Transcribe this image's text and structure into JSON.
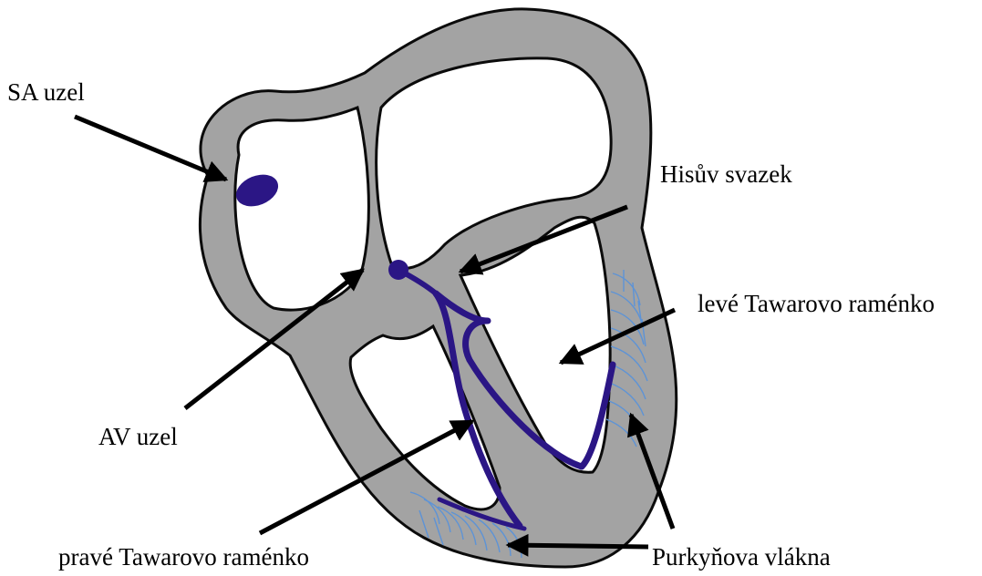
{
  "labels": {
    "sa_node": "SA uzel",
    "his_bundle": "Hisův svazek",
    "left_bundle_branch": "levé Tawarovo raménko",
    "av_node": "AV uzel",
    "right_bundle_branch": "pravé Tawarovo raménko",
    "purkinje_fibers": "Purkyňova vlákna"
  },
  "colors": {
    "myocardium": "#a3a3a3",
    "outline": "#0b0b0b",
    "conduction": "#2b1685",
    "purkinje": "#5d93d6",
    "arrow": "#000000"
  }
}
